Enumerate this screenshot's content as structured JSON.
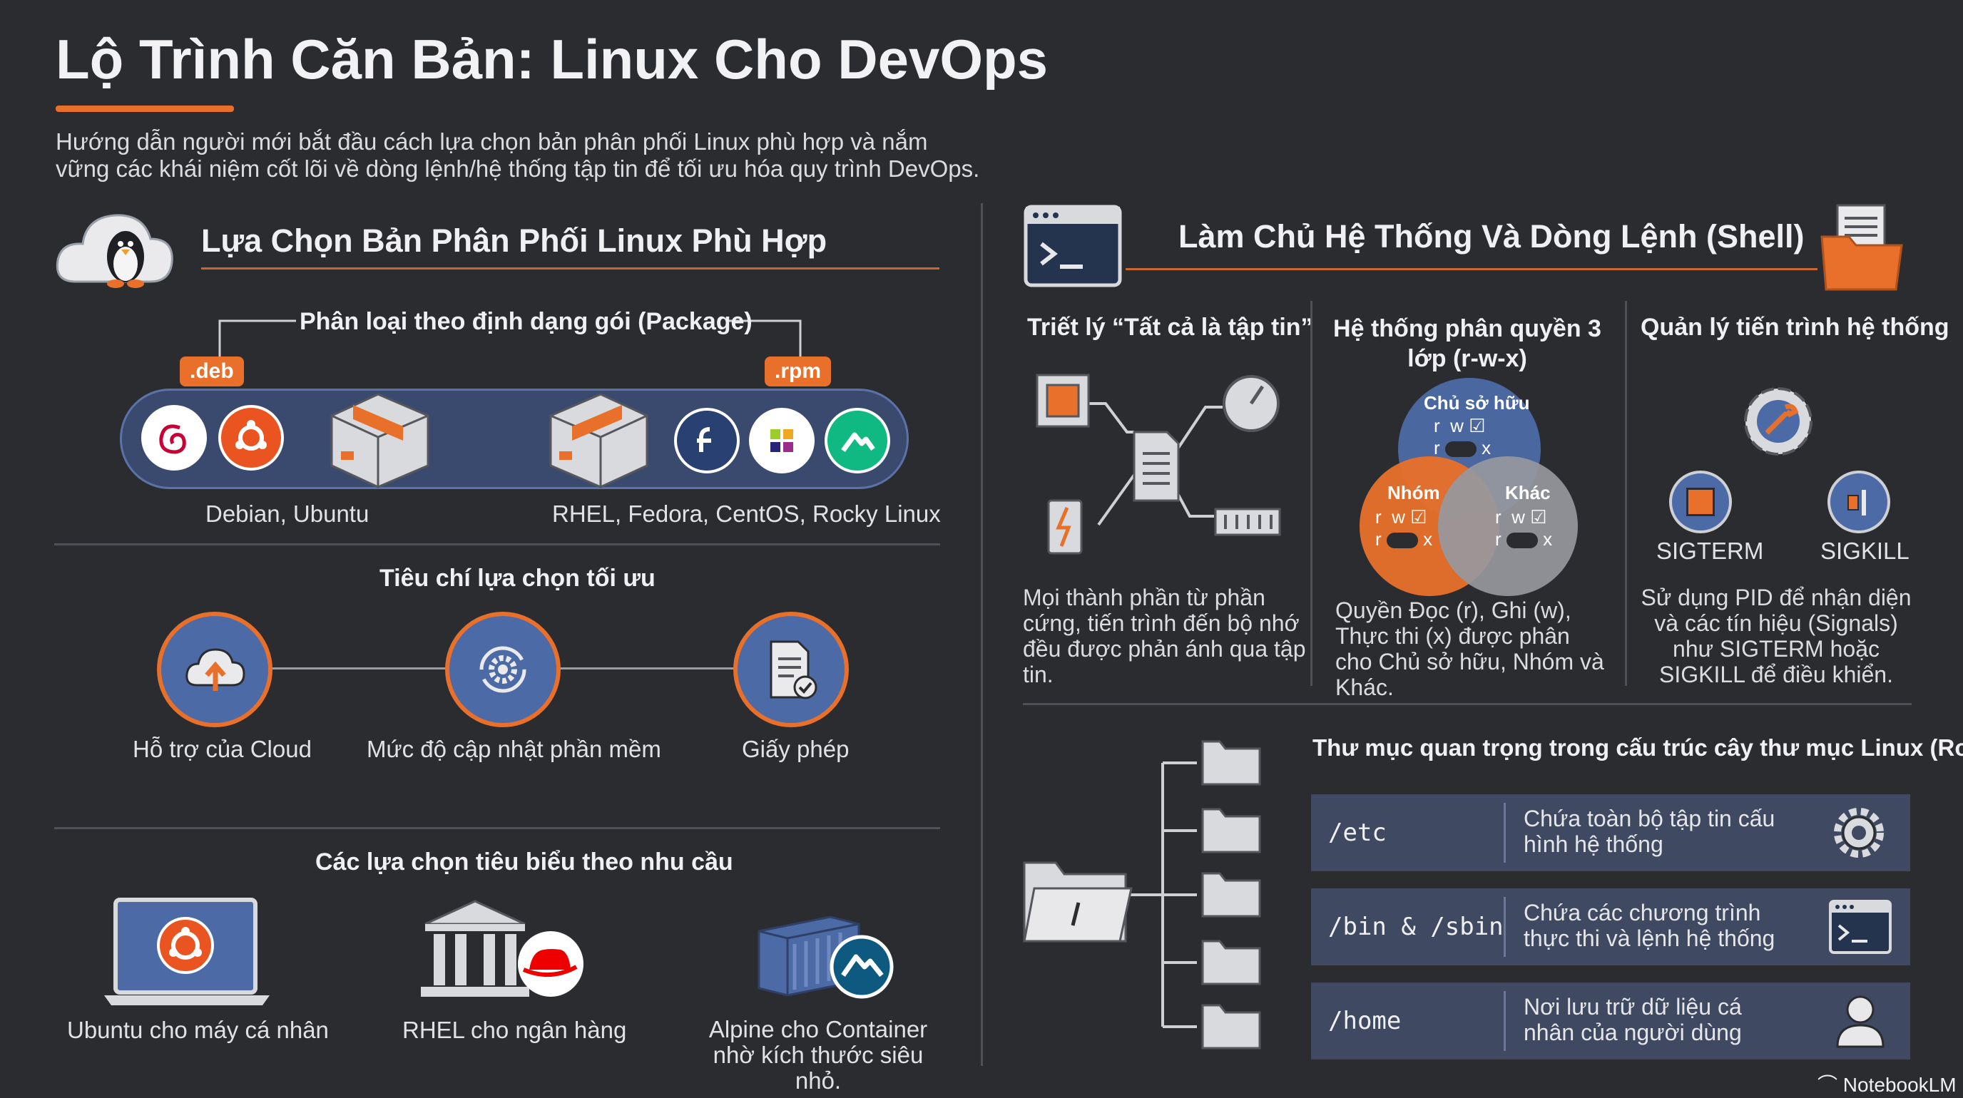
{
  "header": {
    "title": "Lộ Trình Căn Bản: Linux Cho DevOps",
    "subtitle": "Hướng dẫn người mới bắt đầu cách lựa chọn bản phân phối Linux phù hợp và nắm vững các khái niệm cốt lõi về dòng lệnh/hệ thống tập tin để tối ưu hóa quy trình DevOps."
  },
  "left": {
    "heading": "Lựa Chọn Bản Phân Phối Linux Phù Hợp",
    "package": {
      "heading": "Phân loại theo định dạng gói (Package)",
      "deb_tag": ".deb",
      "rpm_tag": ".rpm",
      "deb_label": "Debian, Ubuntu",
      "rpm_label": "RHEL, Fedora, CentOS, Rocky Linux"
    },
    "criteria": {
      "heading": "Tiêu chí lựa chọn tối ưu",
      "items": [
        "Hỗ trợ của Cloud",
        "Mức độ cập nhật phần mềm",
        "Giấy phép"
      ]
    },
    "choices": {
      "heading": "Các lựa chọn tiêu biểu theo nhu cầu",
      "ubuntu": "Ubuntu cho máy cá nhân",
      "rhel": "RHEL cho ngân hàng",
      "alpine": "Alpine cho Container nhờ kích thước siêu nhỏ."
    }
  },
  "right": {
    "heading": "Làm Chủ Hệ Thống Và Dòng Lệnh (Shell)",
    "col1": {
      "heading": "Triết lý “Tất cả là tập tin”",
      "text": "Mọi thành phần từ phần cứng, tiến trình đến bộ nhớ đều được phản ánh qua tập tin."
    },
    "col2": {
      "heading": "Hệ thống phân quyền 3 lớp (r-w-x)",
      "owner": "Chủ sở hữu",
      "group": "Nhóm",
      "other": "Khác",
      "r": "r",
      "w": "w",
      "x": "x",
      "text": "Quyền Đọc (r), Ghi (w), Thực thi (x) được phân cho Chủ sở hữu, Nhóm và Khác."
    },
    "col3": {
      "heading": "Quản lý tiến trình hệ thống",
      "sigterm": "SIGTERM",
      "sigkill": "SIGKILL",
      "text": "Sử dụng PID để nhận diện và các tín hiệu (Signals) như SIGTERM hoặc SIGKILL để điều khiển."
    },
    "dirs": {
      "heading": "Thư mục quan trọng trong cấu trúc cây thư mục Linux (Root)",
      "rows": [
        {
          "name": "/etc",
          "desc": "Chứa toàn bộ tập tin cấu hình hệ thống"
        },
        {
          "name": "/bin & /sbin",
          "desc": "Chứa các chương trình thực thi và lệnh hệ thống"
        },
        {
          "name": "/home",
          "desc": "Nơi lưu trữ dữ liệu cá nhân của người dùng"
        }
      ]
    }
  },
  "footer": {
    "brand": "NotebookLM"
  },
  "colors": {
    "background": "#2b2c2f",
    "accent": "#e8702a",
    "blue": "#4c6aa6",
    "row": "#3f4a62"
  }
}
